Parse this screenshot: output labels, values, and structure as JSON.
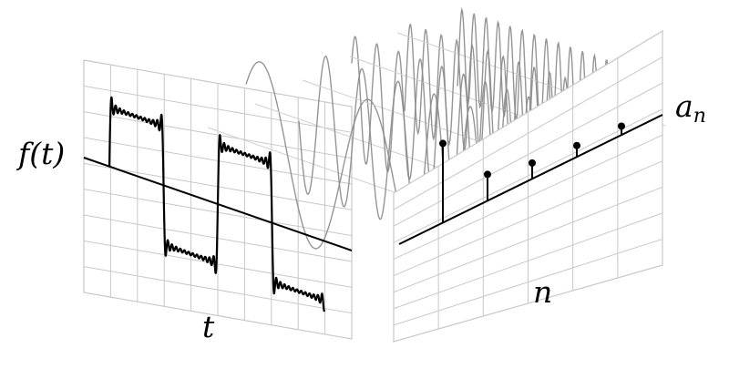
{
  "labels": {
    "time_function": "f(t)",
    "time_axis": "t",
    "coefficient": "a",
    "coefficient_subscript": "n",
    "index_axis": "n"
  },
  "colors": {
    "grid_line": "#c8c8c8",
    "wave": "#8a8a8a",
    "axis": "#000000",
    "signal": "#000000",
    "stems": "#000000"
  },
  "coefficients": [
    1,
    0.333,
    0.2,
    0.143,
    0.111
  ]
}
